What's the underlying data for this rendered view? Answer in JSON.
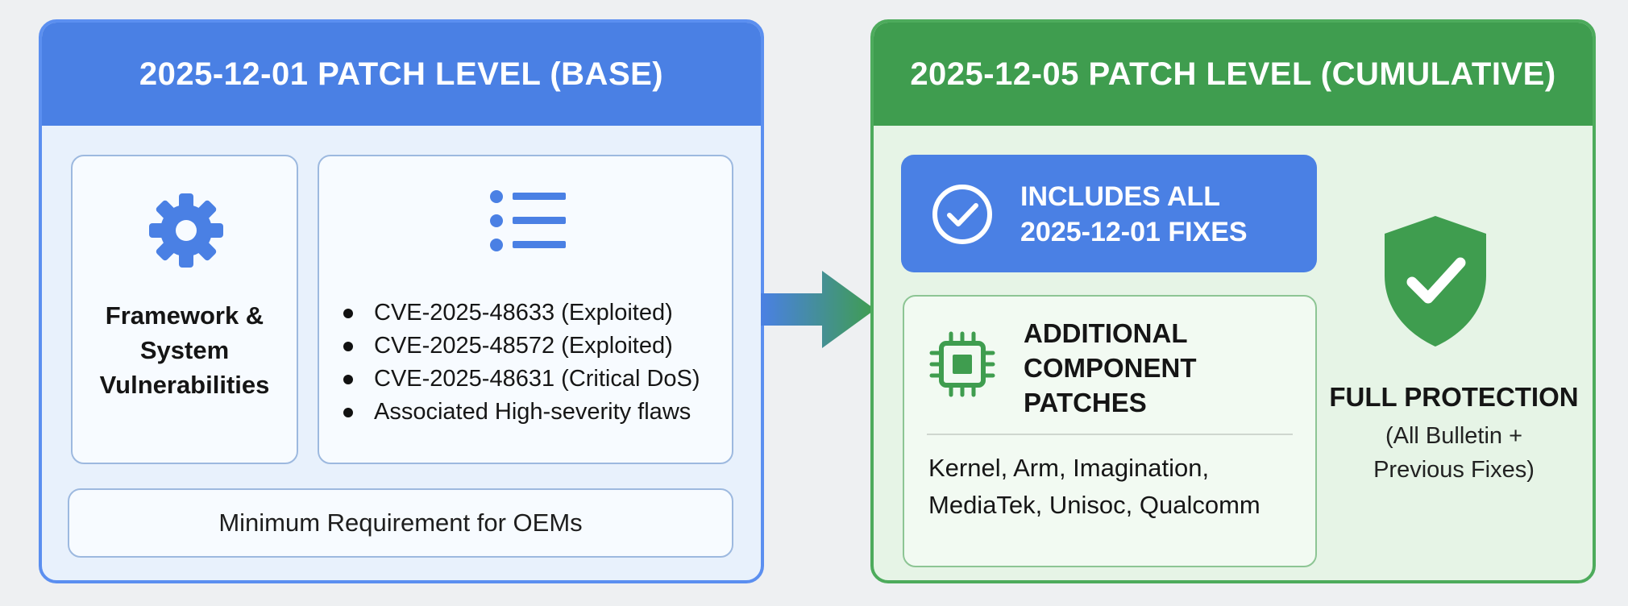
{
  "base_panel": {
    "title": "2025-12-01 PATCH LEVEL (BASE)",
    "framework_lines": [
      "Framework &",
      "System",
      "Vulnerabilities"
    ],
    "cve_items": [
      "CVE-2025-48633 (Exploited)",
      "CVE-2025-48572 (Exploited)",
      "CVE-2025-48631 (Critical DoS)",
      "Associated High-severity flaws"
    ],
    "min_requirement": "Minimum Requirement for OEMs",
    "icons": [
      "gear-icon",
      "list-icon"
    ]
  },
  "cumulative_panel": {
    "title": "2025-12-05 PATCH LEVEL (CUMULATIVE)",
    "includes_lines": [
      "INCLUDES ALL",
      "2025-12-01 FIXES"
    ],
    "additional_lines": [
      "ADDITIONAL",
      "COMPONENT",
      "PATCHES"
    ],
    "vendor_lines": [
      "Kernel, Arm, Imagination,",
      "MediaTek, Unisoc, Qualcomm"
    ],
    "full_protection_title": "FULL PROTECTION",
    "full_protection_sub": [
      "(All Bulletin +",
      "Previous Fixes)"
    ],
    "icons": [
      "check-circle-icon",
      "chip-icon",
      "shield-check-icon"
    ]
  },
  "colors": {
    "base_accent": "#4a80e4",
    "cumulative_accent": "#3f9d4f",
    "base_bg": "#e8f1fc",
    "cumulative_bg": "#e6f4e6"
  }
}
